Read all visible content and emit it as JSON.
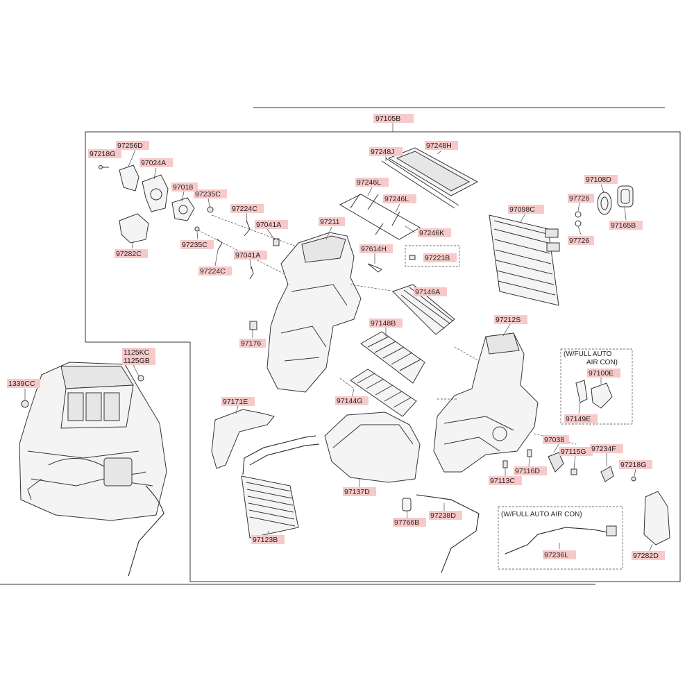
{
  "diagram": {
    "notes": {
      "full_auto_aircon_1": "(W/FULL AUTO",
      "full_auto_aircon_2": "AIR CON)",
      "full_auto_aircon_3": "(W/FULL AUTO AIR CON)"
    },
    "labels": [
      "97105B",
      "97256D",
      "97218G",
      "97024A",
      "97018",
      "97235C",
      "97224C",
      "97041A",
      "97235C",
      "97224C",
      "97041A",
      "97282C",
      "97211",
      "97176",
      "97248J",
      "97248H",
      "97246L",
      "97246L",
      "97246K",
      "97614H",
      "97221B",
      "97146A",
      "97148B",
      "97144G",
      "97098C",
      "97726",
      "97726",
      "97108D",
      "97165B",
      "97212S",
      "97100E",
      "97149E",
      "1125KC",
      "1125GB",
      "1339CC",
      "97171E",
      "97123B",
      "97137D",
      "97766B",
      "97238D",
      "97038",
      "97115G",
      "97234F",
      "97218G",
      "97116D",
      "97113C",
      "97236L",
      "97282D"
    ]
  }
}
